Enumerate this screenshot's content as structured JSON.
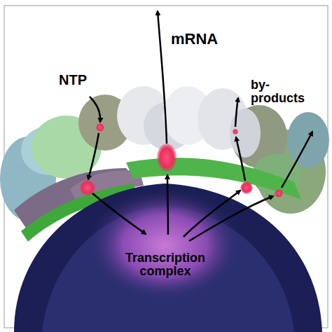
{
  "diagram": {
    "nodes": [
      {
        "text": [
          "Transcription complex"
        ]
      }
    ],
    "labels": [
      "NTP",
      "mRNA",
      "by- products"
    ]
  }
}
